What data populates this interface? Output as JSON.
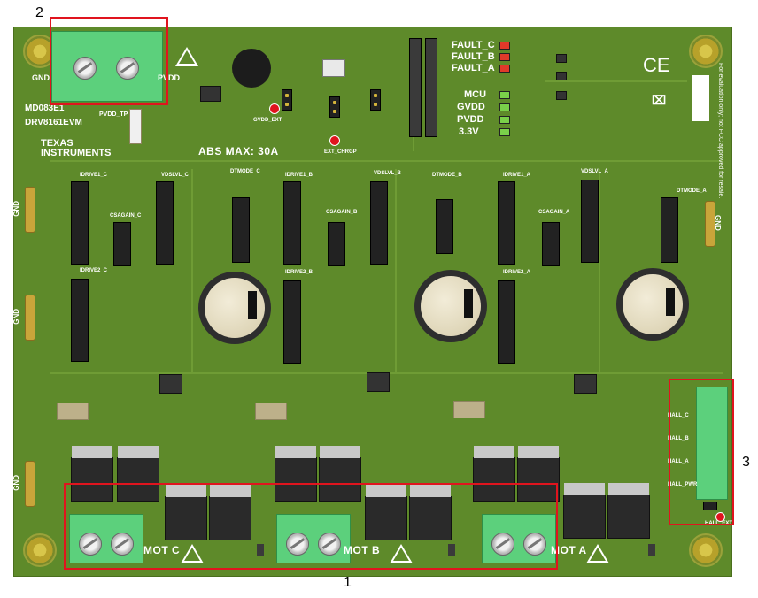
{
  "board": {
    "name": "MD083E1",
    "model": "DRV8161EVM",
    "brand": "TEXAS INSTRUMENTS",
    "abs_max": "ABS MAX: 30A",
    "ce_mark": "CE",
    "fcc_notice": "For evaluation only; not FCC approved for resale.",
    "power_labels": {
      "gnd": "GND",
      "pvdd": "PVDD",
      "pvdd_tp": "PVDD_TP"
    },
    "status_leds": [
      {
        "label": "FAULT_C",
        "color": "#e03a2a"
      },
      {
        "label": "FAULT_B",
        "color": "#e03a2a"
      },
      {
        "label": "FAULT_A",
        "color": "#e03a2a"
      },
      {
        "label": "MCU",
        "color": "#7ad04a"
      },
      {
        "label": "GVDD",
        "color": "#7ad04a"
      },
      {
        "label": "PVDD",
        "color": "#7ad04a"
      },
      {
        "label": "3.3V",
        "color": "#7ad04a"
      }
    ],
    "side_gnd_label": "GND",
    "header_labels": {
      "idrive1_c": "IDRIVE1_C",
      "idrive2_c": "IDRIVE2_C",
      "vdslvl_c": "VDSLVL_C",
      "csagain_c": "CSAGAIN_C",
      "dtmode_c": "DTMODE_C",
      "idrive1_b": "IDRIVE1_B",
      "idrive2_b": "IDRIVE2_B",
      "vdslvl_b": "VDSLVL_B",
      "csagain_b": "CSAGAIN_B",
      "dtmode_b": "DTMODE_B",
      "idrive1_a": "IDRIVE1_A",
      "idrive2_a": "IDRIVE2_A",
      "vdslvl_a": "VDSLVL_A",
      "csagain_a": "CSAGAIN_A",
      "dtmode_a": "DTMODE_A"
    },
    "motor_labels": {
      "mot_c": "MOT C",
      "mot_b": "MOT B",
      "mot_a": "MOT A"
    },
    "hall_labels": [
      "HALL_C",
      "HALL_B",
      "HALL_A",
      "HALL_PWR"
    ],
    "hall_ext": "HALL_EXT",
    "gvdd_ext": "GVDD_EXT",
    "ext_chrgp": "EXT_CHRGP"
  },
  "callouts": [
    {
      "number": "1",
      "color": "#e0141e"
    },
    {
      "number": "2",
      "color": "#e0141e"
    },
    {
      "number": "3",
      "color": "#e0141e"
    }
  ],
  "colors": {
    "pcb": "#5e8a2a",
    "terminal_block": "#5cd07c",
    "callout": "#e0141e"
  }
}
